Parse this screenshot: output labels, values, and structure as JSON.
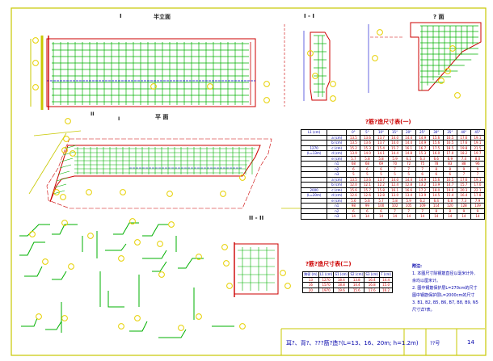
{
  "views": {
    "half_elevation": {
      "roman": "I",
      "title": "半立面"
    },
    "section_1": {
      "title": "I - I"
    },
    "end_view": {
      "title": "? 面"
    },
    "plan": {
      "title": "平 面",
      "marks": [
        "II",
        "I"
      ]
    },
    "section_2": {
      "title": "II - II"
    }
  },
  "table1": {
    "title": "?筋?造尺寸表(一)",
    "header": [
      "L1 (cm)",
      "",
      "0°",
      "5°",
      "10°",
      "15°",
      "20°",
      "25°",
      "30°",
      "35°",
      "40°",
      "45°"
    ],
    "rows": [
      [
        "",
        "a (cm)",
        "13.5",
        "13.6",
        "13.7",
        "14.0",
        "14.4",
        "14.9",
        "15.6",
        "16.5",
        "17.6",
        "19.1"
      ],
      [
        "",
        "b (cm)",
        "13.5",
        "13.6",
        "13.7",
        "14.0",
        "14.4",
        "14.9",
        "15.6",
        "16.5",
        "17.6",
        "19.1"
      ],
      [
        "1270",
        "c (cm)",
        "15.2",
        "15.3",
        "15.4",
        "15.7",
        "16.1",
        "16.7",
        "17.5",
        "18.5",
        "19.8",
        "21.5"
      ],
      [
        "(L=13m)",
        "d (cm)",
        "13.9",
        "14.0",
        "14.1",
        "14.4",
        "14.8",
        "15.3",
        "16.0",
        "17.0",
        "18.2",
        "19.7"
      ],
      [
        "",
        "e (cm)",
        "5.7",
        "5.8",
        "5.8",
        "5.9",
        "6.1",
        "6.3",
        "6.6",
        "6.9",
        "7.4",
        "8.0"
      ],
      [
        "",
        "n1",
        "68",
        "68",
        "69",
        "70",
        "72",
        "75",
        "78",
        "83",
        "88",
        "96"
      ],
      [
        "",
        "n2",
        "6",
        "6",
        "6",
        "7",
        "7",
        "7",
        "8",
        "8",
        "9",
        "9"
      ],
      [
        "",
        "n3",
        "5",
        "5",
        "5",
        "5",
        "5",
        "6",
        "6",
        "6",
        "7",
        "7"
      ],
      [
        "",
        "a (cm)",
        "13.5",
        "13.6",
        "13.7",
        "14.0",
        "14.4",
        "14.9",
        "15.6",
        "16.5",
        "17.6",
        "19.1"
      ],
      [
        "",
        "b (cm)",
        "12.0",
        "12.1",
        "12.2",
        "12.4",
        "12.8",
        "13.2",
        "13.9",
        "14.7",
        "15.7",
        "17.0"
      ],
      [
        "2000",
        "c (cm)",
        "15.6",
        "15.7",
        "15.8",
        "16.1",
        "16.6",
        "17.2",
        "18.0",
        "19.0",
        "20.3",
        "22.1"
      ],
      [
        "(L=20m)",
        "d (cm)",
        "12.6",
        "12.6",
        "12.8",
        "13.0",
        "13.4",
        "13.9",
        "14.5",
        "15.4",
        "16.4",
        "17.8"
      ],
      [
        "",
        "e (cm)",
        "5.6",
        "5.6",
        "5.7",
        "5.8",
        "5.9",
        "6.2",
        "6.4",
        "6.8",
        "7.3",
        "7.9"
      ],
      [
        "",
        "n1",
        "98",
        "99",
        "100",
        "102",
        "105",
        "109",
        "114",
        "120",
        "128",
        "139"
      ],
      [
        "",
        "n2",
        "6",
        "6",
        "6",
        "7",
        "7",
        "7",
        "8",
        "8",
        "9",
        "9"
      ],
      [
        "",
        "n3",
        "14",
        "14",
        "14",
        "14",
        "14",
        "14",
        "14",
        "14",
        "14",
        "14"
      ]
    ]
  },
  "table2": {
    "title": "?筋?造尺寸表(二)",
    "header": [
      "跨径 (m)",
      "L1 (cm)",
      "S1 (cm)",
      "S2 (cm)",
      "S3 (cm)",
      "F (cm)"
    ],
    "rows": [
      [
        "13",
        "1270",
        "18.4",
        "13.8",
        "16.4",
        "14.4"
      ],
      [
        "16",
        "1570",
        "18.8",
        "14.4",
        "16.8",
        "15.0"
      ],
      [
        "20",
        "1970",
        "19.6",
        "15.6",
        "17.6",
        "16.2"
      ]
    ]
  },
  "notes": {
    "heading": "附注:",
    "lines": [
      "1. 本图尺寸除钢筋直径以毫米计外,",
      "   余均以厘米计。",
      "2. 图中钢筋保护层L=270cm的尺寸",
      "   图中钢筋保护层L=2000cm的尺寸",
      "3. B1, B2, B5, B6, B7, B8, B9, N5",
      "   尺寸详?表。"
    ]
  },
  "title_block": {
    "title": "耳?、背?、???筋?造?(L=13、16、20m; h=1.2m)",
    "sheet": "??号",
    "page": "14"
  },
  "colors": {
    "frame": "#c8c800",
    "rebar": "#00b000",
    "outline": "#cc0000",
    "label_circle": "#e6d000",
    "dim_blue": "#0000cc"
  }
}
